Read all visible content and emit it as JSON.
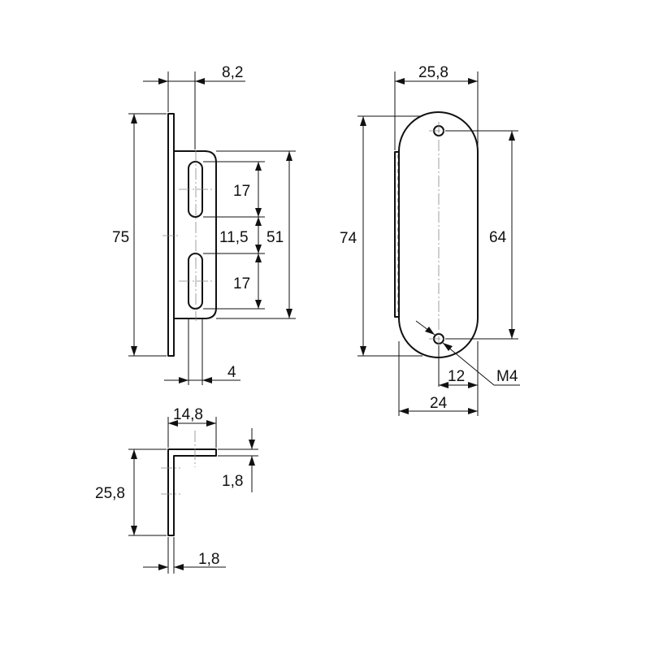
{
  "views": {
    "side": {
      "dims": {
        "top_width": "8,2",
        "height": "75",
        "slot_height_top": "17",
        "gap": "11,5",
        "slot_height_bottom": "17",
        "plate_height": "51",
        "bottom_width": "4"
      }
    },
    "front": {
      "dims": {
        "top_width": "25,8",
        "height": "74",
        "hole_spacing": "64",
        "thread": "M4",
        "half_width": "12",
        "bottom_width": "24"
      }
    },
    "bottom": {
      "dims": {
        "flange_width": "14,8",
        "leg_height": "25,8",
        "thickness_right": "1,8",
        "thickness_bottom": "1,8"
      }
    }
  }
}
